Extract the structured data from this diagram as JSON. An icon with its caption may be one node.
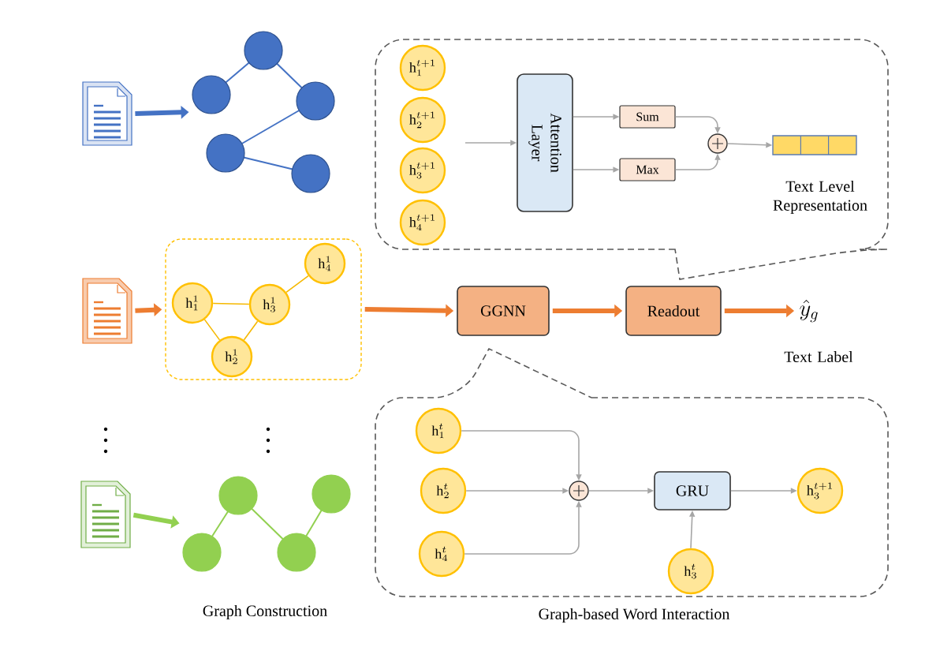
{
  "diagram": {
    "nodes": [
      {
        "text": [],
        "shape": "document"
      },
      {
        "text": [],
        "shape": "graph"
      },
      {
        "text": [],
        "shape": "document"
      },
      {
        "text": [],
        "shape": "box"
      },
      {
        "text": [
          "\\mathrm{h}_{1}^{1}"
        ],
        "in": 3
      },
      {
        "text": [
          "\\mathrm{h}_{3}^{1}"
        ],
        "in": 3
      },
      {
        "text": [
          "\\mathrm{h}_{4}^{1}"
        ],
        "in": 3
      },
      {
        "text": [
          "\\mathrm{h}_{2}^{1}"
        ],
        "in": 3
      },
      {
        "text": [],
        "shape": "document"
      },
      {
        "text": [],
        "shape": "graph"
      },
      {
        "text": [
          "GGNN"
        ]
      },
      {
        "text": [
          "Readout"
        ]
      },
      {
        "text": [
          "\\hat{y}_{g}"
        ],
        "beside": [
          "Text Label"
        ]
      },
      {
        "text": [],
        "shape": "callout"
      },
      {
        "text": [
          "\\mathrm{h}_{1}^{t+1}"
        ],
        "in": 13
      },
      {
        "text": [
          "\\mathrm{h}_{2}^{t+1}"
        ],
        "in": 13
      },
      {
        "text": [
          "\\mathrm{h}_{3}^{t+1}"
        ],
        "in": 13
      },
      {
        "text": [
          "\\mathrm{h}_{4}^{t+1}"
        ],
        "in": 13
      },
      {
        "text": [
          "Attention Layer"
        ],
        "in": 13
      },
      {
        "text": [
          "Sum"
        ],
        "in": 13
      },
      {
        "text": [
          "Max"
        ],
        "in": 13
      },
      {
        "text": [],
        "shape": "circle",
        "in": 13
      },
      {
        "text": [],
        "shape": "bar",
        "in": 13,
        "beside": [
          "Text Level Representation"
        ]
      },
      {
        "text": [],
        "shape": "callout"
      },
      {
        "text": [
          "\\mathrm{h}_{1}^{t}"
        ],
        "in": 23
      },
      {
        "text": [
          "\\mathrm{h}_{2}^{t}"
        ],
        "in": 23
      },
      {
        "text": [
          "\\mathrm{h}_{4}^{t}"
        ],
        "in": 23
      },
      {
        "text": [],
        "shape": "circle",
        "in": 23
      },
      {
        "text": [
          "GRU"
        ],
        "in": 23
      },
      {
        "text": [
          "\\mathrm{h}_{3}^{t+1}"
        ],
        "in": 23
      },
      {
        "text": [
          "\\mathrm{h}_{3}^{t}"
        ],
        "in": 23
      }
    ],
    "edges": [
      {
        "from": 0,
        "to": 1,
        "arrow": "to",
        "style": "thick",
        "color": "#4472c4"
      },
      {
        "from": 2,
        "to": 3,
        "arrow": "to",
        "style": "thick",
        "color": "#ed7d31"
      },
      {
        "from": 8,
        "to": 9,
        "arrow": "to",
        "style": "thick",
        "color": "#92d050"
      },
      {
        "from": 3,
        "to": 10,
        "arrow": "to",
        "style": "thick",
        "color": "#ed7d31"
      },
      {
        "from": 10,
        "to": 11,
        "arrow": "to",
        "style": "thick",
        "color": "#ed7d31"
      },
      {
        "from": 11,
        "to": 12,
        "arrow": "to",
        "style": "thick",
        "color": "#ed7d31"
      },
      {
        "from": 4,
        "to": 5,
        "arrow": "none",
        "color": "#f5b800"
      },
      {
        "from": 5,
        "to": 6,
        "arrow": "none",
        "color": "#f5b800"
      },
      {
        "from": 4,
        "to": 7,
        "arrow": "none",
        "color": "#f5b800"
      },
      {
        "from": 7,
        "to": 5,
        "arrow": "none",
        "color": "#f5b800"
      },
      {
        "from": null,
        "to": 18,
        "arrow": "to"
      },
      {
        "from": 18,
        "to": 19,
        "arrow": "to"
      },
      {
        "from": 18,
        "to": 20,
        "arrow": "to"
      },
      {
        "from": 19,
        "to": 21,
        "arrow": "to"
      },
      {
        "from": 20,
        "to": 21,
        "arrow": "to"
      },
      {
        "from": 21,
        "to": 22,
        "arrow": "to"
      },
      {
        "from": 24,
        "to": 27,
        "arrow": "to"
      },
      {
        "from": 25,
        "to": 27,
        "arrow": "to"
      },
      {
        "from": 26,
        "to": 27,
        "arrow": "to"
      },
      {
        "from": 27,
        "to": 28,
        "arrow": "to"
      },
      {
        "from": 28,
        "to": 29,
        "arrow": "to"
      },
      {
        "from": 30,
        "to": 28,
        "arrow": "to"
      }
    ],
    "labels": [
      "Graph Construction",
      "Graph-based Word Interaction"
    ]
  }
}
